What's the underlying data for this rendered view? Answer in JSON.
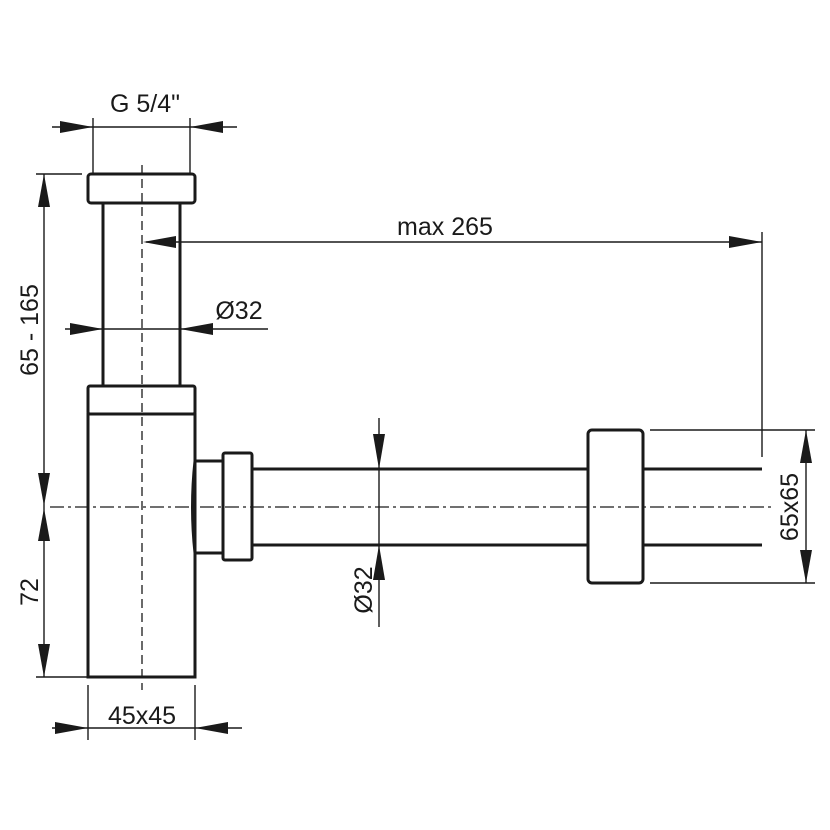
{
  "drawing": {
    "title": "Bottle trap siphon dimension drawing",
    "dimensions": {
      "thread": "G 5/4\"",
      "max_length": "max 265",
      "upper_diameter": "Ø32",
      "height_range": "65 - 165",
      "lower_height": "72",
      "body_size": "45x45",
      "outlet_diameter": "Ø32",
      "wall_flange": "65x65"
    }
  }
}
